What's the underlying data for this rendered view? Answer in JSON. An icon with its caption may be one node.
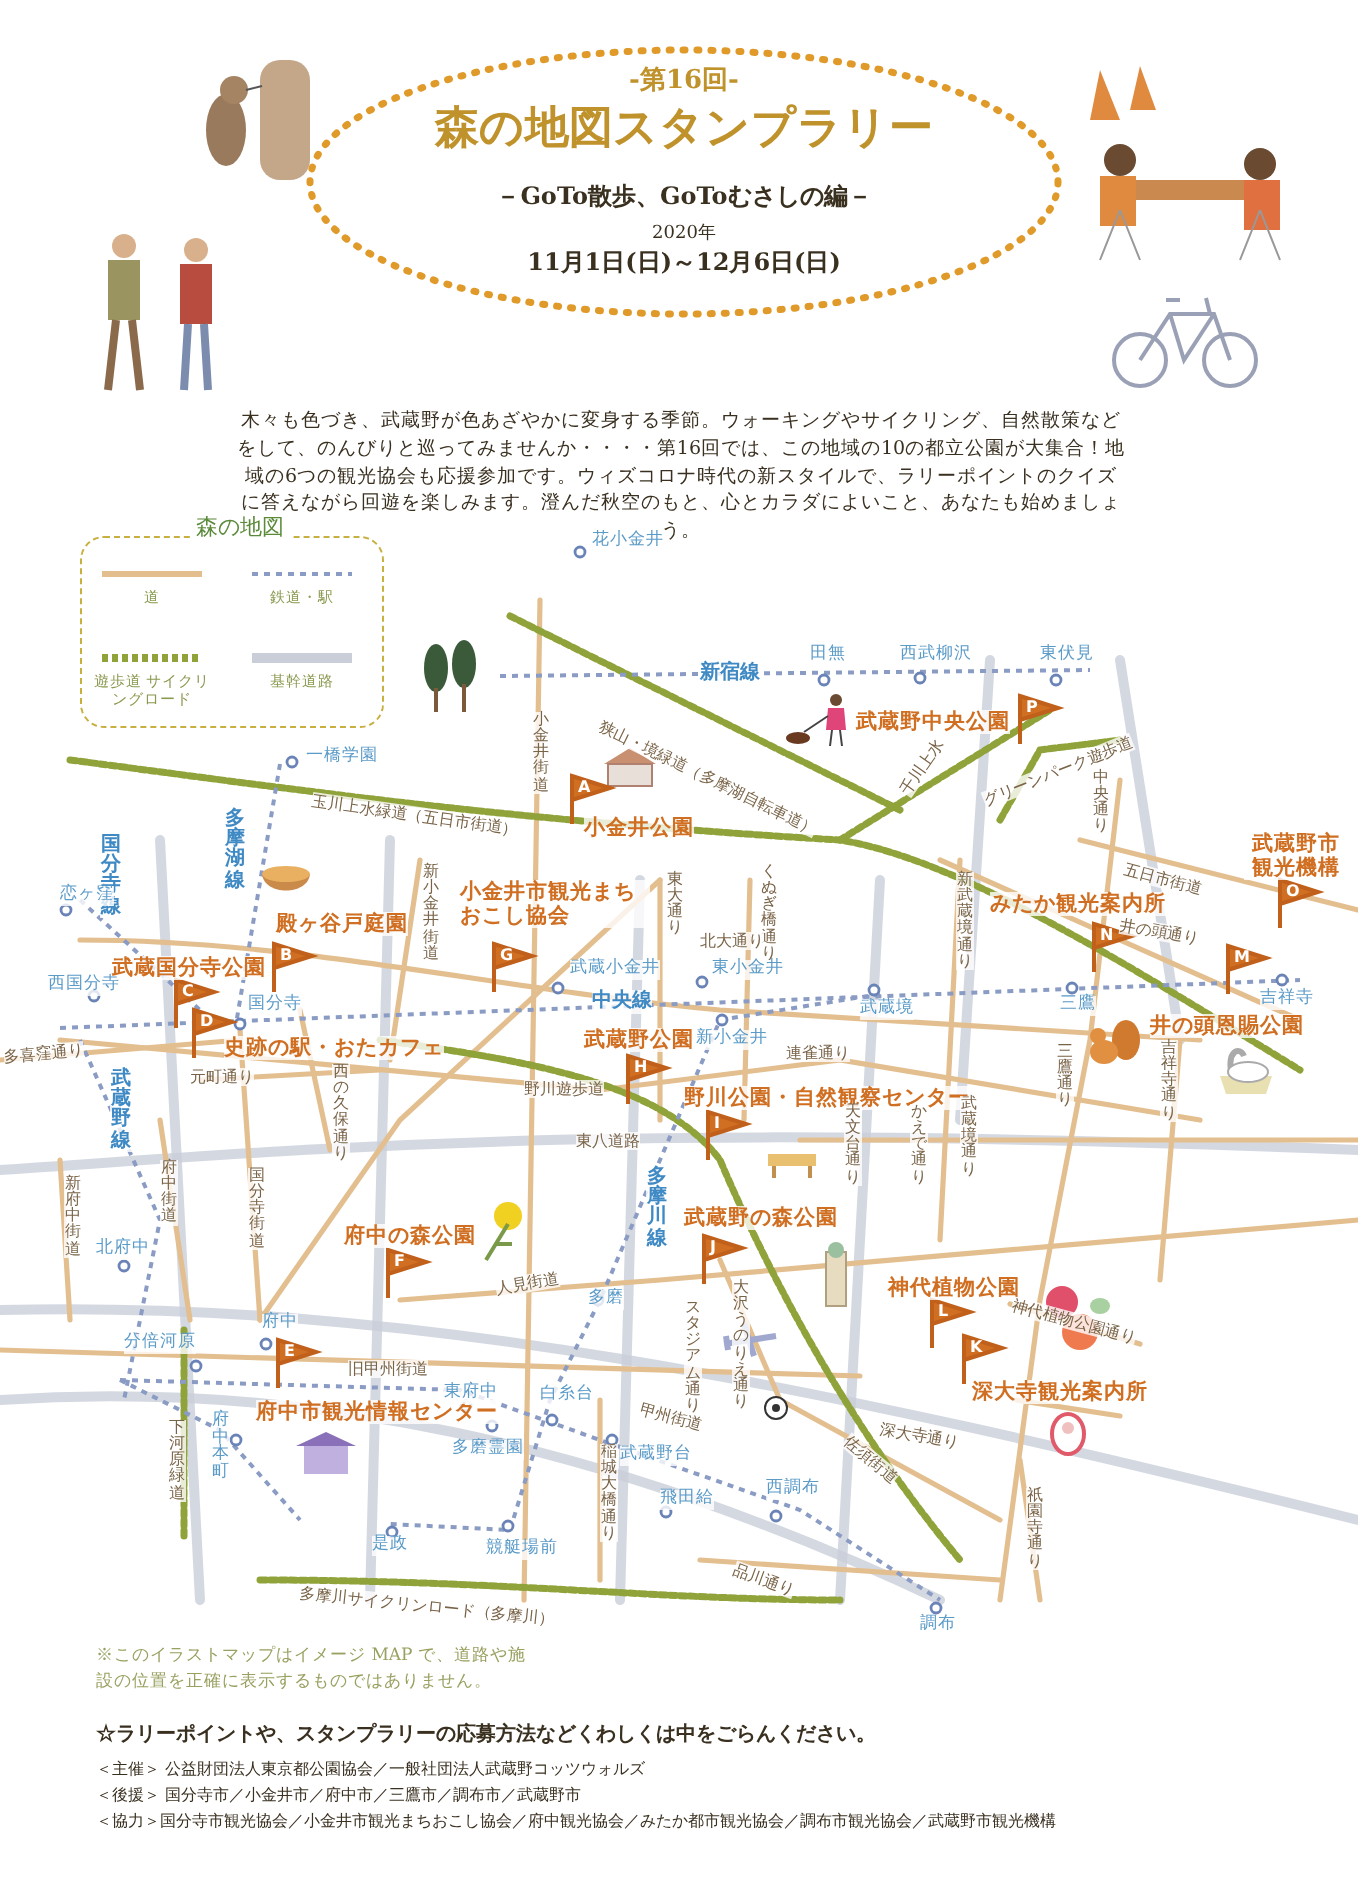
{
  "diagram": {
    "nodes": [
      {
        "text": [
          "-第16回-",
          "森の地図スタンプラリー",
          "－GoTo散歩、GoToむさしの編－",
          "2020年",
          "11月1日(日)～12月6日(日)"
        ]
      },
      {
        "text": [
          "P"
        ],
        "beside": [
          "武蔵野中央公園"
        ]
      },
      {
        "text": [
          "A"
        ],
        "beside": [
          "小金井公園"
        ]
      },
      {
        "text": [
          "O"
        ],
        "beside": [
          "武蔵野市観光機構"
        ]
      },
      {
        "text": [
          "N"
        ],
        "beside": [
          "みたか観光案内所"
        ]
      },
      {
        "text": [
          "B"
        ],
        "beside": [
          "殿ヶ谷戸庭園"
        ]
      },
      {
        "text": [
          "G"
        ],
        "beside": [
          "小金井市観光まちおこし協会"
        ]
      },
      {
        "text": [
          "M"
        ],
        "beside": [
          "井の頭恩賜公園"
        ]
      },
      {
        "text": [
          "C"
        ],
        "beside": [
          "武蔵国分寺公園"
        ]
      },
      {
        "text": [
          "D"
        ],
        "beside": [
          "史跡の駅・おたカフェ"
        ]
      },
      {
        "text": [
          "H"
        ],
        "beside": [
          "武蔵野公園"
        ]
      },
      {
        "text": [
          "I"
        ],
        "beside": [
          "野川公園・自然観察センター"
        ]
      },
      {
        "text": [
          "F"
        ],
        "beside": [
          "府中の森公園"
        ]
      },
      {
        "text": [
          "J"
        ],
        "beside": [
          "武蔵野の森公園"
        ]
      },
      {
        "text": [
          "L"
        ],
        "beside": [
          "神代植物公園"
        ]
      },
      {
        "text": [
          "K"
        ],
        "beside": [
          "深大寺観光案内所"
        ]
      },
      {
        "text": [
          "E"
        ],
        "beside": [
          "府中市観光情報センター"
        ]
      }
    ],
    "labels": [
      "木々も色づき、武蔵野が色あざやかに変身する季節。ウォーキングやサイクリング、自然散策などをして、のんびりと巡ってみませんか・・・・第16回では、この地域の10の都立公園が大集合！地域の6つの観光協会も応援参加です。ウィズコロナ時代の新スタイルで、ラリーポイントのクイズに答えながら回遊を楽しみます。澄んだ秋空のもと、心とカラダによいこと、あなたも始めましょう。",
      "森の地図",
      "花小金井",
      "田無",
      "西武柳沢",
      "東伏見",
      "新宿線",
      "小金井街道",
      "狭山・境緑道（多摩湖自転車道）",
      "一橋学園",
      "千川上水",
      "グリーンパーク遊歩道",
      "中央通り",
      "玉川上水緑道（五日市街道）",
      "多摩湖線",
      "国分寺線",
      "恋ヶ窪",
      "新小金井街道",
      "東大通り",
      "くぬぎ橋通り",
      "新武蔵境通り",
      "五日市街道",
      "北大通り",
      "井の頭通り",
      "西国分寺",
      "武蔵小金井",
      "東小金井",
      "中央線",
      "武蔵境",
      "三鷹",
      "吉祥寺",
      "国分寺",
      "新小金井",
      "多喜窪通り",
      "連雀通り",
      "三鷹通り",
      "吉祥寺通り",
      "元町通り",
      "西の久保通り",
      "武蔵野線",
      "野川遊歩道",
      "天文台通り",
      "かえで通り",
      "武蔵境通り",
      "東八道路",
      "府中街道",
      "新府中街道",
      "国分寺街道",
      "多摩川線",
      "北府中",
      "人見街道",
      "多磨",
      "大沢うのりえ通り",
      "スタジアム通り",
      "府中",
      "分倍河原",
      "旧甲州街道",
      "東府中",
      "白糸台",
      "甲州街道",
      "深大寺通り",
      "神代植物公園通り",
      "多磨霊園",
      "武蔵野台",
      "府中本町",
      "下河原緑道",
      "佐須街道",
      "稲城大橋通り",
      "飛田給",
      "西調布",
      "祇園寺通り",
      "是政",
      "競艇場前",
      "多摩川サイクリンロード（多摩川）",
      "品川通り",
      "調布",
      "※このイラストマップはイメージ MAP で、道路や施設の位置を正確に表示するものではありません。",
      "☆ラリーポイントや、スタンプラリーの応募方法などくわしくは中をごらんください。",
      "＜主催＞ 公益財団法人東京都公園協会／一般社団法人武蔵野コッツウォルズ",
      "＜後援＞ 国分寺市／小金井市／府中市／三鷹市／調布市／武蔵野市",
      "＜協力＞国分寺市観光協会／小金井市観光まちおこし協会／府中観光協会／みたか都市観光協会／調布市観光協会／武蔵野市観光機構"
    ],
    "legend": [
      {
        "text": "道"
      },
      {
        "text": "鉄道・駅"
      },
      {
        "text": "遊歩道 サイクリングロード"
      },
      {
        "text": "基幹道路"
      }
    ]
  }
}
